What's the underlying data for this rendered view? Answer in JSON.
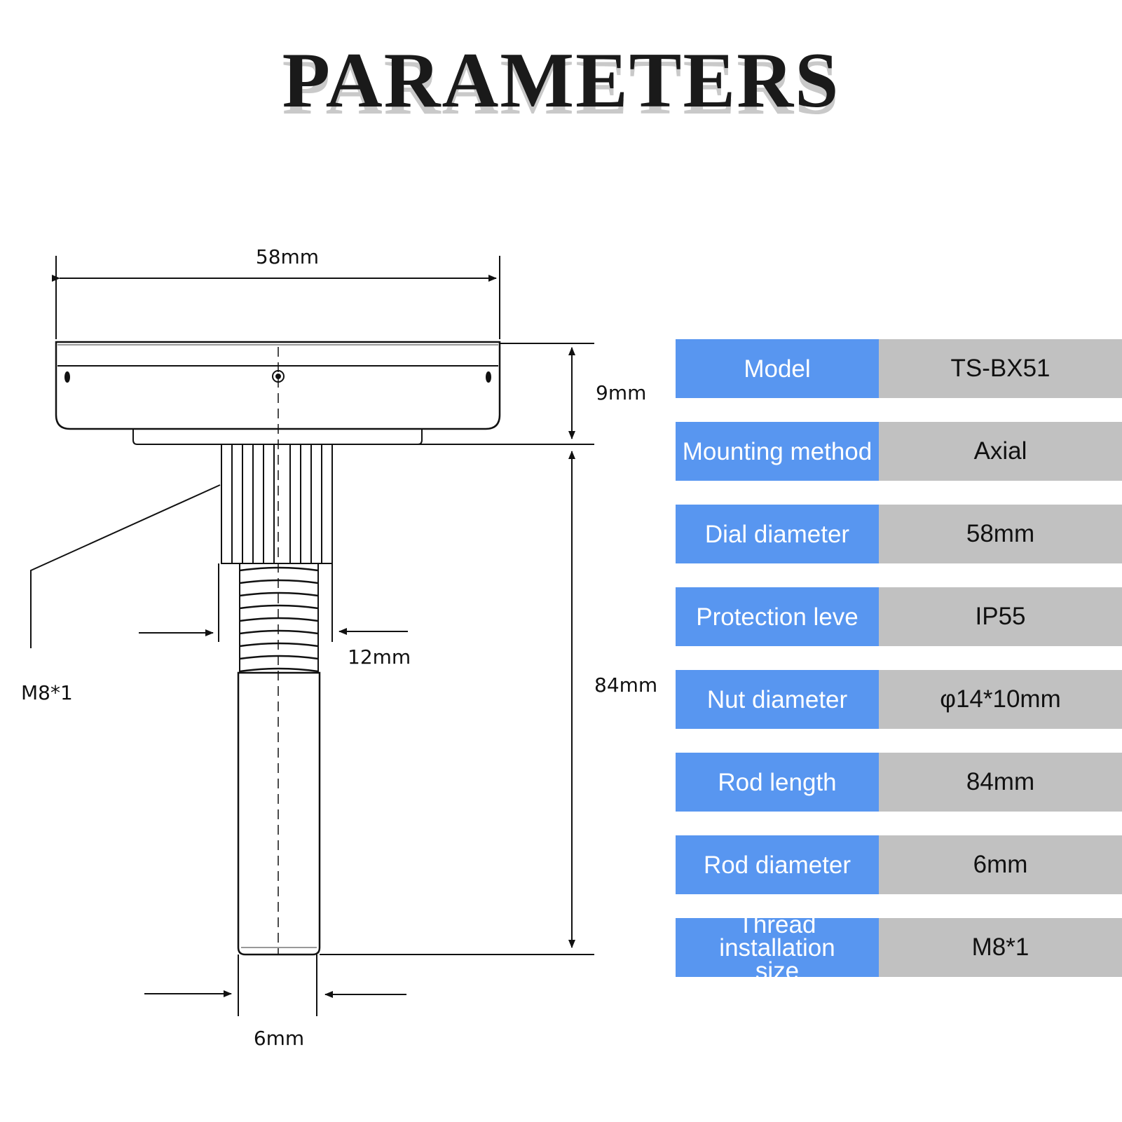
{
  "title": "PARAMETERS",
  "dimensions": {
    "dial_width": "58mm",
    "head_height": "9mm",
    "rod_length": "84mm",
    "nut_width": "12mm",
    "rod_diameter": "6mm",
    "thread": "M8*1"
  },
  "colors": {
    "label_bg": "#5896f0",
    "value_bg": "#c1c1c1"
  },
  "specs": [
    {
      "label": "Model",
      "value": "TS-BX51"
    },
    {
      "label": "Mounting method",
      "value": "Axial"
    },
    {
      "label": "Dial diameter",
      "value": "58mm"
    },
    {
      "label": "Protection leve",
      "value": "IP55"
    },
    {
      "label": "Nut diameter",
      "value": "φ14*10mm"
    },
    {
      "label": "Rod length",
      "value": "84mm"
    },
    {
      "label": "Rod diameter",
      "value": "6mm"
    },
    {
      "label": "Thread installation size",
      "value": "M8*1"
    }
  ]
}
